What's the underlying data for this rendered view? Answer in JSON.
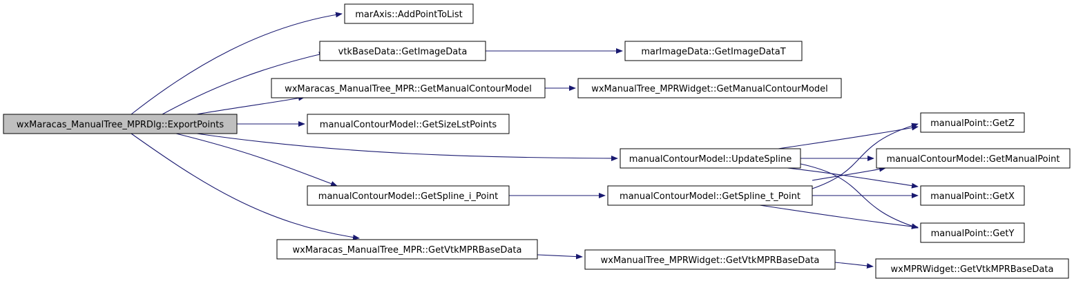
{
  "graph": {
    "edge_color": "#191970",
    "root_fill": "#bfbfbf",
    "nodes": [
      {
        "id": "root",
        "label": "wxMaracas_ManualTree_MPRDlg::ExportPoints",
        "root": true
      },
      {
        "id": "addpoint",
        "label": "marAxis::AddPointToList"
      },
      {
        "id": "getimagedata",
        "label": "vtkBaseData::GetImageData"
      },
      {
        "id": "getimagedatat",
        "label": "marImageData::GetImageDataT"
      },
      {
        "id": "getmancontour",
        "label": "wxMaracas_ManualTree_MPR::GetManualContourModel"
      },
      {
        "id": "wgetmancontour",
        "label": "wxManualTree_MPRWidget::GetManualContourModel"
      },
      {
        "id": "getsizelst",
        "label": "manualContourModel::GetSizeLstPoints"
      },
      {
        "id": "updatespline",
        "label": "manualContourModel::UpdateSpline"
      },
      {
        "id": "getsplinei",
        "label": "manualContourModel::GetSpline_i_Point"
      },
      {
        "id": "getsplinet",
        "label": "manualContourModel::GetSpline_t_Point"
      },
      {
        "id": "getz",
        "label": "manualPoint::GetZ"
      },
      {
        "id": "getmanualpoint",
        "label": "manualContourModel::GetManualPoint"
      },
      {
        "id": "getx",
        "label": "manualPoint::GetX"
      },
      {
        "id": "gety",
        "label": "manualPoint::GetY"
      },
      {
        "id": "getvtkmpr",
        "label": "wxMaracas_ManualTree_MPR::GetVtkMPRBaseData"
      },
      {
        "id": "wgetvtkmpr",
        "label": "wxManualTree_MPRWidget::GetVtkMPRBaseData"
      },
      {
        "id": "mprwgetvtk",
        "label": "wxMPRWidget::GetVtkMPRBaseData"
      }
    ],
    "edges": [
      {
        "from": "root",
        "to": "addpoint"
      },
      {
        "from": "root",
        "to": "getimagedata"
      },
      {
        "from": "root",
        "to": "getmancontour"
      },
      {
        "from": "root",
        "to": "getsizelst"
      },
      {
        "from": "root",
        "to": "updatespline"
      },
      {
        "from": "root",
        "to": "getsplinei"
      },
      {
        "from": "root",
        "to": "getvtkmpr"
      },
      {
        "from": "getimagedata",
        "to": "getimagedatat"
      },
      {
        "from": "getmancontour",
        "to": "wgetmancontour"
      },
      {
        "from": "updatespline",
        "to": "getz"
      },
      {
        "from": "updatespline",
        "to": "getmanualpoint"
      },
      {
        "from": "updatespline",
        "to": "getx"
      },
      {
        "from": "updatespline",
        "to": "gety"
      },
      {
        "from": "getsplinei",
        "to": "getsplinet"
      },
      {
        "from": "getsplinet",
        "to": "getz"
      },
      {
        "from": "getsplinet",
        "to": "getmanualpoint"
      },
      {
        "from": "getsplinet",
        "to": "getx"
      },
      {
        "from": "getsplinet",
        "to": "gety"
      },
      {
        "from": "getvtkmpr",
        "to": "wgetvtkmpr"
      },
      {
        "from": "wgetvtkmpr",
        "to": "mprwgetvtk"
      }
    ]
  }
}
